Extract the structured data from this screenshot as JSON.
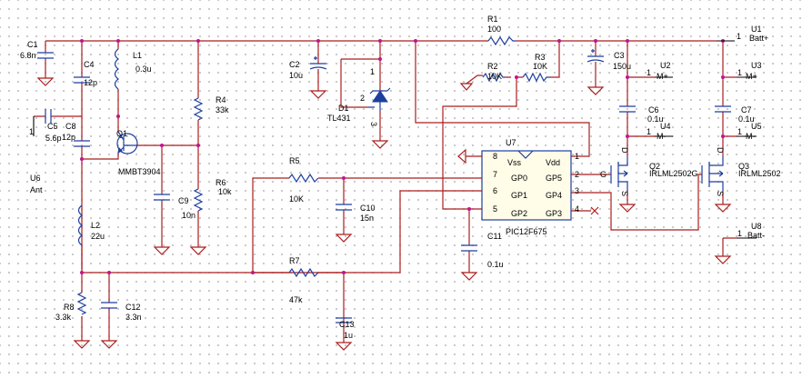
{
  "labels": {
    "c1": "C1",
    "c1_val": "6.8n",
    "c2": "C2",
    "c2_val": "10u",
    "c3": "C3",
    "c3_val": "150u",
    "c4": "C4",
    "c4_val": "12p",
    "c5": "C5",
    "c5_val": "5.6p",
    "c6": "C6",
    "c6_val": "0.1u",
    "c7": "C7",
    "c7_val": "0.1u",
    "c8": "C8",
    "c8_val": "12p",
    "c9": "C9",
    "c9_val": "10n",
    "c10": "C10",
    "c10_val": "15n",
    "c11": "C11",
    "c11_val": "0.1u",
    "c12": "C12",
    "c12_val": "3.3n",
    "c13": "C13",
    "c13_val": "1u",
    "l1": "L1",
    "l1_val": "0.3u",
    "l2": "L2",
    "l2_val": "22u",
    "r1": "R1",
    "r1_val": "100",
    "r2": "R2",
    "r2_val": "10K",
    "r3": "R3",
    "r3_val": "10K",
    "r4": "R4",
    "r4_val": "33k",
    "r5": "R5",
    "r5_val": "10K",
    "r6": "R6",
    "r6_val": "10k",
    "r7": "R7",
    "r7_val": "47k",
    "r8": "R8",
    "r8_val": "3.3k",
    "d1": "D1",
    "d1_val": "TL431",
    "q1": "Q1",
    "q1_val": "MMBT3904",
    "q2": "Q2",
    "q2_val": "IRLML2502G",
    "q3": "Q3",
    "q3_val": "IRLML2502",
    "u1": "U1",
    "u1_net": "Batt+",
    "u2": "U2",
    "u2_net": "M+",
    "u3": "U3",
    "u3_net": "M+",
    "u4": "U4",
    "u4_net": "M-",
    "u5": "U5",
    "u5_net": "M-",
    "u6": "U6",
    "u6_net": "Ant",
    "u7": "U7",
    "u7_part": "PIC12F675",
    "u8": "U8",
    "u8_net": "Batt-",
    "gate_g": "G",
    "d_mark": "D",
    "s_mark": "S"
  },
  "pins": {
    "one": "1",
    "two": "2",
    "three": "3",
    "four": "4",
    "five": "5",
    "six": "6",
    "seven": "7",
    "eight": "8"
  },
  "ic_pins": {
    "vss": "Vss",
    "vdd": "Vdd",
    "gp0": "GP0",
    "gp1": "GP1",
    "gp2": "GP2",
    "gp3": "GP3",
    "gp4": "GP4",
    "gp5": "GP5"
  },
  "colors": {
    "wire": "#aa1e1e",
    "part": "#1e3fa0",
    "junction": "#c2148f"
  }
}
